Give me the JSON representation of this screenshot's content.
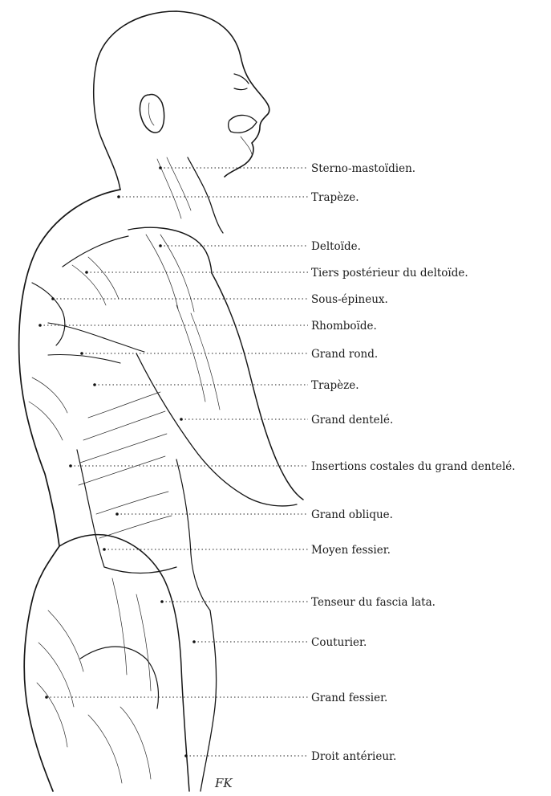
{
  "labels": [
    "Sterno-mastoïdien.",
    "Trapèze.",
    "Deltoïde.",
    "Tiers postérieur du deltoïde.",
    "Sous-épineux.",
    "Rhomboïde.",
    "Grand rond.",
    "Trapèze.",
    "Grand dentelé.",
    "Insertions costales du grand dentelé.",
    "Grand oblique.",
    "Moyen fessier.",
    "Tenseur du fascia lata.",
    "Couturier.",
    "Grand fessier.",
    "Droit antérieur."
  ],
  "signature": "FK"
}
